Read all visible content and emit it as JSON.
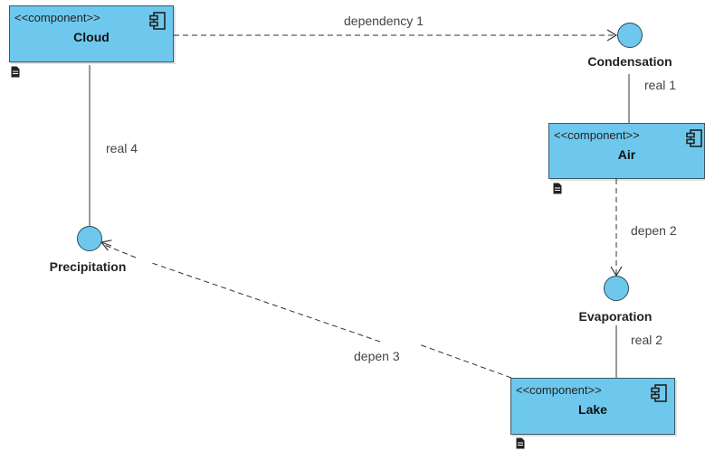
{
  "components": {
    "cloud": {
      "stereotype": "<<component>>",
      "name": "Cloud"
    },
    "air": {
      "stereotype": "<<component>>",
      "name": "Air"
    },
    "lake": {
      "stereotype": "<<component>>",
      "name": "Lake"
    }
  },
  "interfaces": {
    "condensation": "Condensation",
    "precipitation": "Precipitation",
    "evaporation": "Evaporation"
  },
  "edges": {
    "dependency1": "dependency 1",
    "real1": "real 1",
    "depen2": "depen 2",
    "real2": "real 2",
    "depen3": "depen 3",
    "real4": "real 4"
  },
  "colors": {
    "fill": "#6ec8ee",
    "border": "#3a5766"
  },
  "icons": {
    "component": "component-icon",
    "document": "document-icon"
  }
}
